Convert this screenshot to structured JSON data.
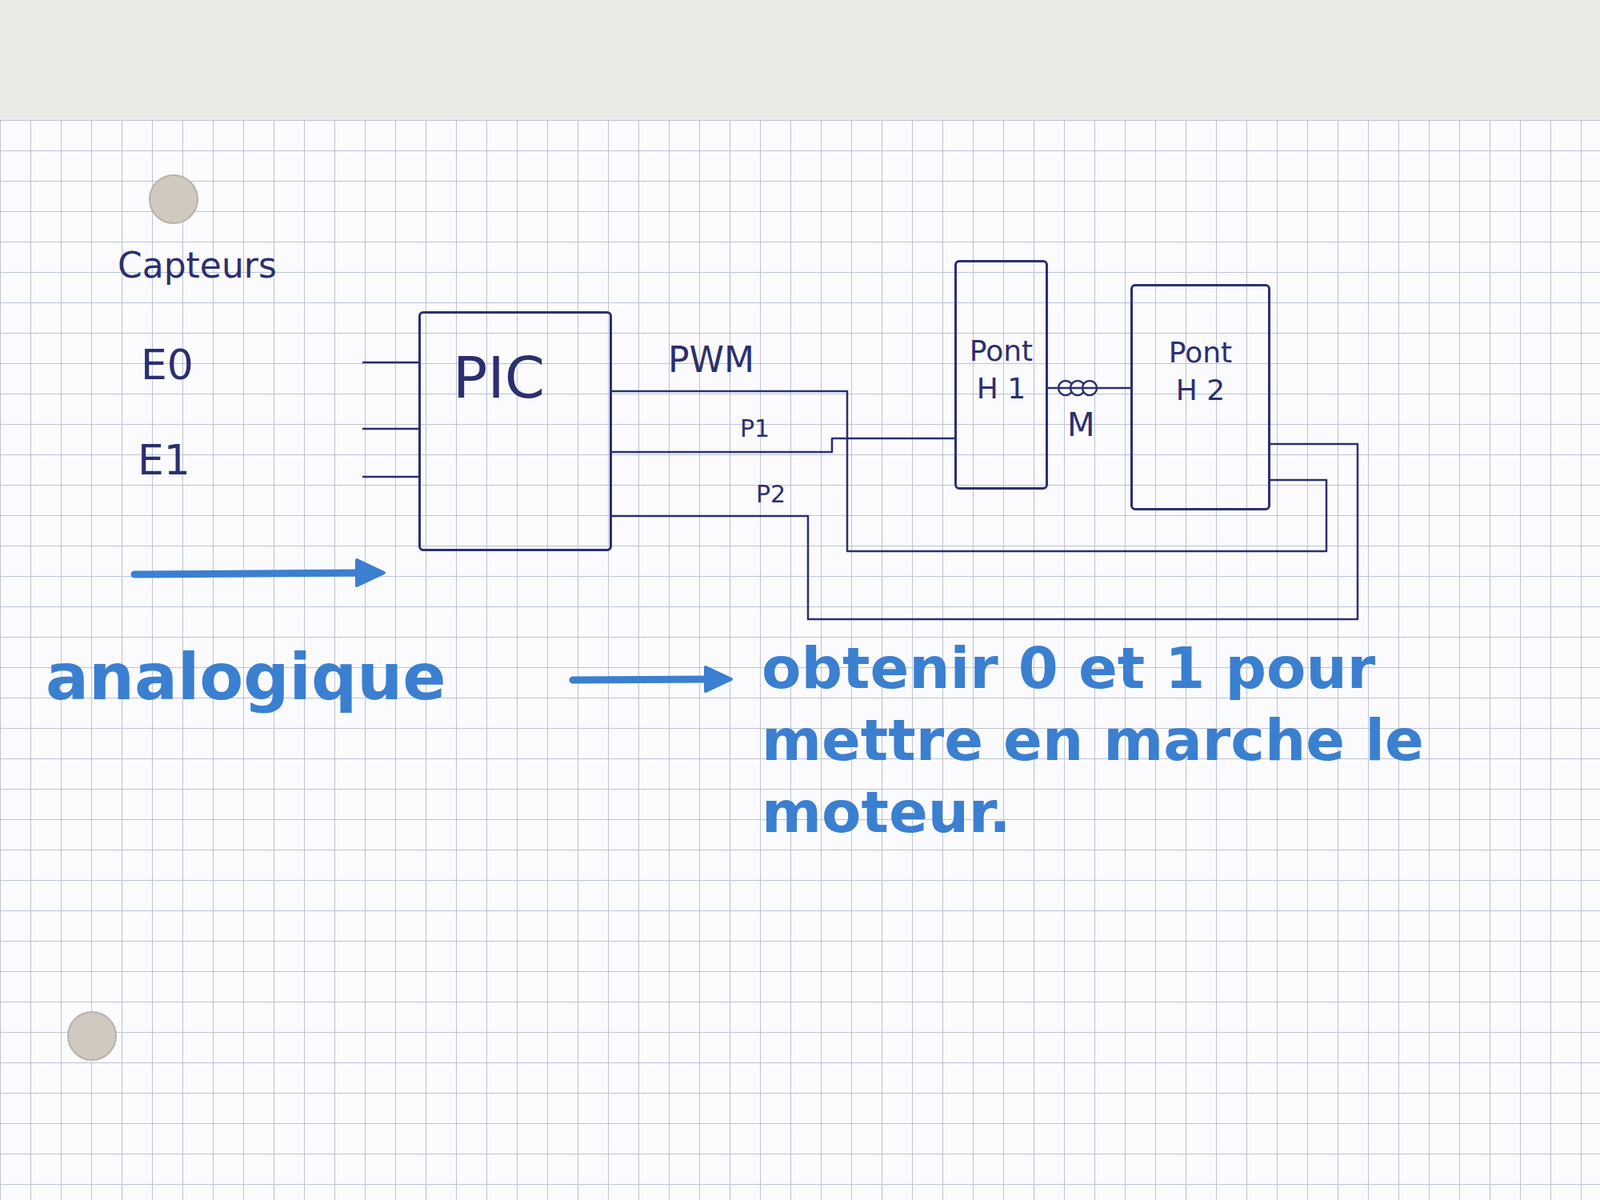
{
  "diagram": {
    "nodes": [
      {
        "text": [
          "PIC"
        ]
      },
      {
        "text": [
          "Pont H 1"
        ]
      },
      {
        "text": [
          "Pont H 2"
        ]
      }
    ],
    "edges": [
      {
        "from": 0,
        "to": 2,
        "label": "PWM",
        "arrow": "none"
      },
      {
        "from": 0,
        "to": 1,
        "label": "P1",
        "arrow": "none"
      },
      {
        "from": 0,
        "to": 2,
        "label": "P2",
        "arrow": "none"
      },
      {
        "from": 1,
        "to": 2,
        "arrow": "none"
      }
    ],
    "labels": [
      "Capteurs",
      "E0",
      "E1",
      "M",
      "analogique",
      "obtenir 0 et 1 pour mettre en marche le moteur."
    ]
  }
}
